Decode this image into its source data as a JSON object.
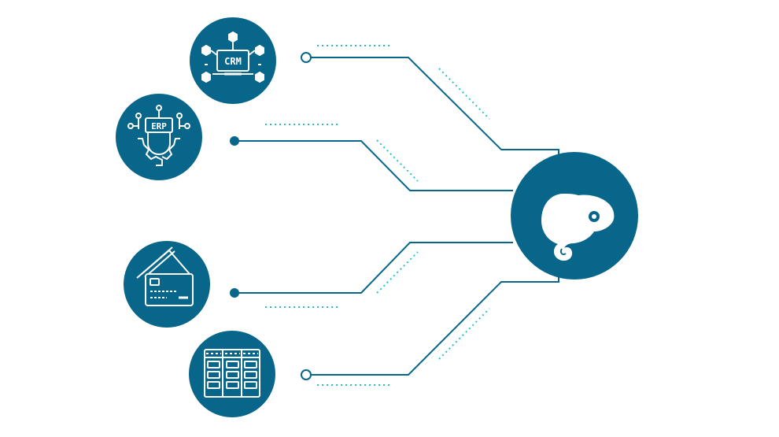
{
  "colors": {
    "primary": "#07668a",
    "accent": "#27c2c7",
    "background": "#ffffff",
    "icon": "#ffffff"
  },
  "nodes": [
    {
      "id": "crm",
      "icon": "crm-network-icon",
      "label": "CRM"
    },
    {
      "id": "erp",
      "icon": "erp-gear-chip-icon",
      "label": "ERP"
    },
    {
      "id": "payments",
      "icon": "credit-cards-icon",
      "label": ""
    },
    {
      "id": "storage",
      "icon": "shelving-racks-icon",
      "label": ""
    }
  ],
  "hub": {
    "icon": "chameleon-logo-icon"
  }
}
